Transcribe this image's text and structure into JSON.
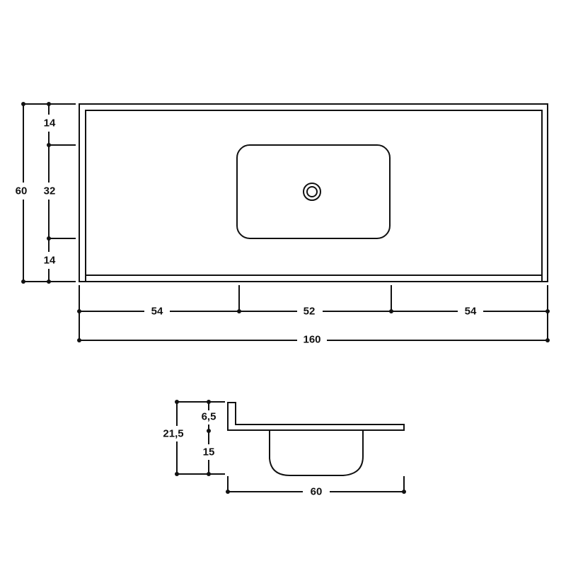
{
  "top_view": {
    "dimensions": {
      "total_depth": "60",
      "front_margin": "14",
      "basin_depth": "32",
      "back_margin": "14",
      "left_width": "54",
      "basin_width": "52",
      "right_width": "54",
      "total_width": "160"
    }
  },
  "side_view": {
    "dimensions": {
      "total_height": "21,5",
      "top_thickness": "6,5",
      "basin_height": "15",
      "depth": "60"
    }
  }
}
